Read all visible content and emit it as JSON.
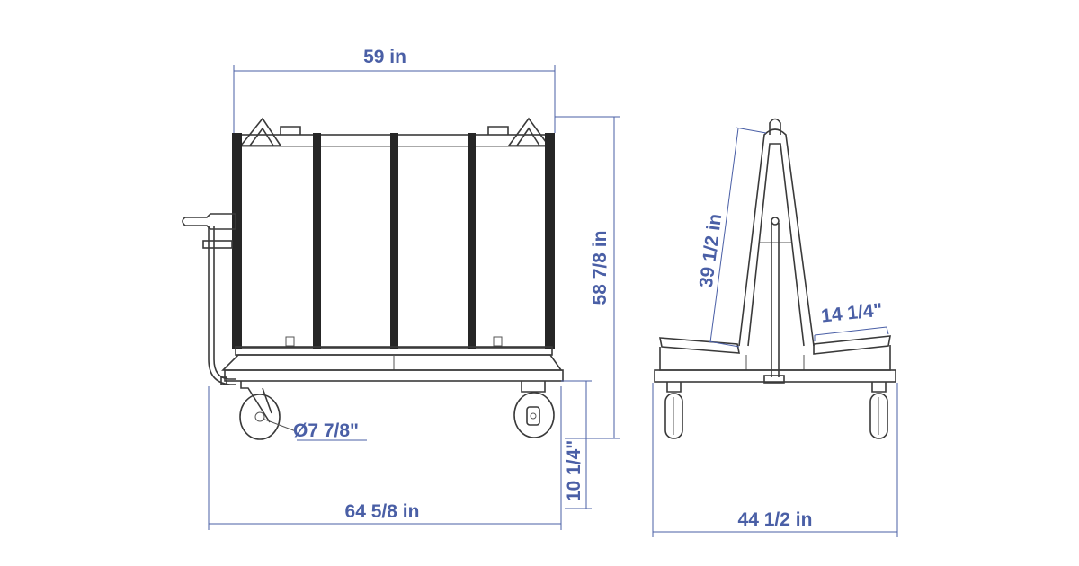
{
  "colors": {
    "dimension": "#4a5fa6",
    "outline": "#3a3a3a",
    "strap": "#262626",
    "background": "#ffffff"
  },
  "front_view": {
    "top_width": "59 in",
    "height": "58 7/8 in",
    "wheel_diameter": "Ø7 7/8\"",
    "overall_length": "64 5/8 in",
    "deck_height": "10 1/4\""
  },
  "side_view": {
    "frame_length": "39 1/2 in",
    "shelf_depth": "14 1/4\"",
    "overall_width": "44 1/2 in"
  }
}
